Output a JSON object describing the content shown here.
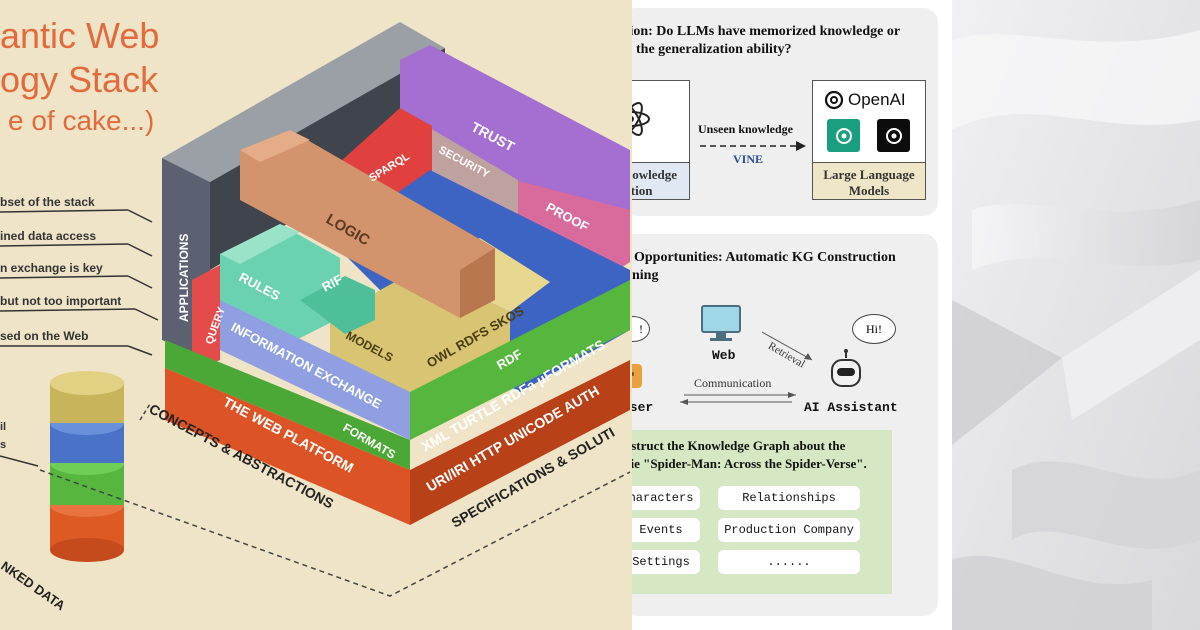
{
  "stack": {
    "title_lines": [
      "antic Web",
      "ogy Stack",
      "e of cake...)"
    ],
    "side_notes": [
      "bset of the stack",
      "ined data access",
      "n exchange is key",
      "but not too important",
      "sed on the Web"
    ],
    "small_labels": [
      "il",
      "s"
    ],
    "layers": {
      "trust": "TRUST",
      "sparql": "SPARQL",
      "security": "SECURITY",
      "proof": "PROOF",
      "logic": "LOGIC",
      "rules": "RULES",
      "rif": "RIF",
      "query": "QUERY",
      "applications": "APPLICATIONS",
      "models": "MODELS",
      "owl": "OWL RDFS SKOS",
      "rdf": "RDF",
      "info_exchange": "INFORMATION EXCHANGE",
      "formats": "FORMATS",
      "xml": "XML TURTLE RDFa µFORMATS",
      "web_platform": "THE WEB PLATFORM",
      "uri": "URI/IRI HTTP UNICODE AUTH",
      "concepts": "CONCEPTS & ABSTRACTIONS",
      "specs": "SPECIFICATIONS & SOLUTI",
      "linked": "NKED DATA"
    }
  },
  "paper": {
    "q1": {
      "line1": "sion: Do LLMs have memorized knowledge or",
      "line2": "the generalization ability?",
      "left_box": [
        "nowledge",
        "ction"
      ],
      "arrow_label": "Unseen  knowledge",
      "arrow_sub": "VINE",
      "openai": "OpenAI",
      "llm_label": [
        "Large Language",
        "Models"
      ]
    },
    "q2": {
      "line1": "Opportunities: Automatic KG Construction",
      "line2": "ning",
      "bubble_left": "!",
      "bubble_right": "Hi!",
      "web": "Web",
      "retrieval": "Retrieval",
      "communication": "Communication",
      "user": "User",
      "assistant": "AI Assistant",
      "prompt1": "nstruct  the Knowledge Graph about the",
      "prompt2": "vie \"Spider-Man: Across the Spider-Verse\".",
      "chips": [
        "haracters",
        "Relationships",
        "Events",
        "Production Company",
        "Settings",
        "......"
      ]
    }
  },
  "colors": {
    "background": "#efe4c8",
    "trust": "#a46fd0",
    "proof": "#d96a9c",
    "sparql": "#e0413f",
    "security": "#bfa1a0",
    "logic": "#d3936c",
    "rules": "#6bd2b1",
    "models": "#d8c473",
    "rdf": "#3e64c3",
    "info": "#8f9fe2",
    "formats": "#56b63e",
    "webplatform": "#dc5425",
    "applications": "#5b6170",
    "openai_green": "#1a9e80",
    "kg_panel": "#d6e7c4"
  }
}
